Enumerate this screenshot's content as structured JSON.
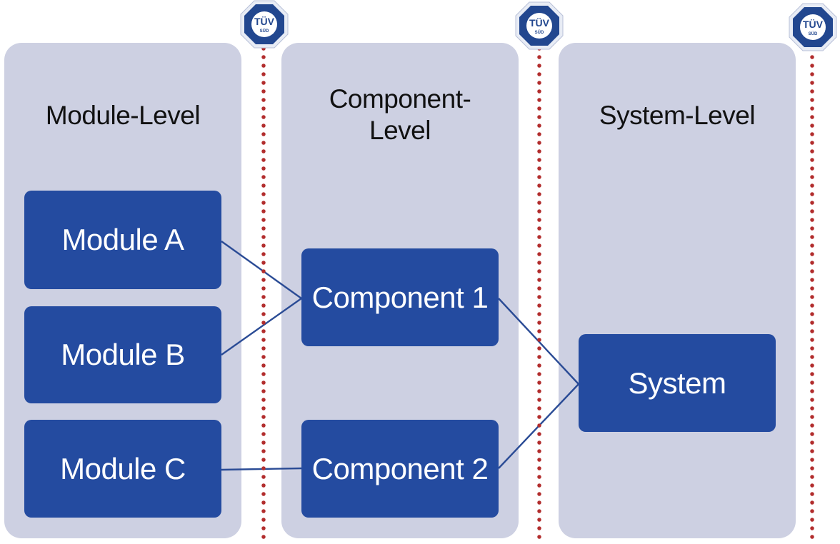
{
  "columns": {
    "module": {
      "title": "Module-Level"
    },
    "component": {
      "title_line1": "Component-",
      "title_line2": "Level"
    },
    "system": {
      "title": "System-Level"
    }
  },
  "nodes": {
    "module_a": "Module A",
    "module_b": "Module B",
    "module_c": "Module C",
    "component_1": "Component 1",
    "component_2": "Component 2",
    "system": "System"
  },
  "badges": {
    "line1": "TÜV",
    "line2": "SÜD"
  },
  "connections": [
    {
      "from": "Module A",
      "to": "Component 1"
    },
    {
      "from": "Module B",
      "to": "Component 1"
    },
    {
      "from": "Module C",
      "to": "Component 2"
    },
    {
      "from": "Component 1",
      "to": "System"
    },
    {
      "from": "Component 2",
      "to": "System"
    }
  ],
  "colors": {
    "column_background": "#cdd0e2",
    "node_fill": "#244ba0",
    "connector": "#2a4b95",
    "checkpoint_dots": "#b22d2d",
    "badge_blue": "#22478f"
  },
  "icons": {
    "checkpoint_badge": "tuv-sud-badge-icon",
    "checkpoint_line": "dotted-line"
  }
}
